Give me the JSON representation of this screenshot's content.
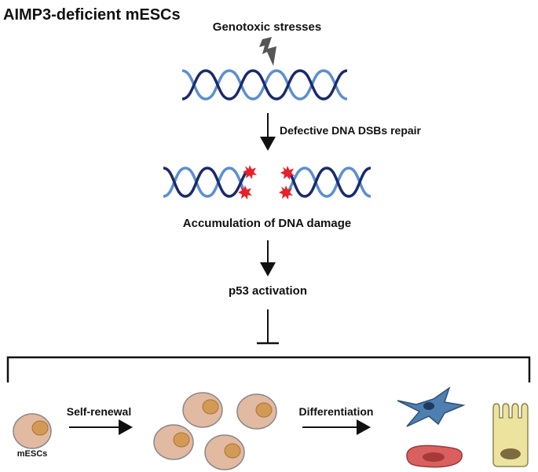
{
  "title": "AIMP3-deficient mESCs",
  "labels": {
    "stress": "Genotoxic stresses",
    "repair": "Defective DNA DSBs repair",
    "damage": "Accumulation of DNA damage",
    "p53": "p53 activation",
    "self_renewal": "Self-renewal",
    "differentiation": "Differentiation",
    "mescs": "mESCs"
  },
  "colors": {
    "dna_dark": "#1b2a6b",
    "dna_light": "#5b8fd1",
    "lightning": "#555555",
    "damage_star": "#e8202a",
    "cell_fill": "#e2b9a1",
    "nucleus": "#d39a55",
    "fibroblast": "#4f7fb0",
    "rbc": "#d9605f",
    "epithelial": "#ece39f",
    "epithelial_nucleus": "#7d6a3f"
  },
  "icons": [
    "lightning-bolt-icon",
    "damage-star-icon"
  ]
}
